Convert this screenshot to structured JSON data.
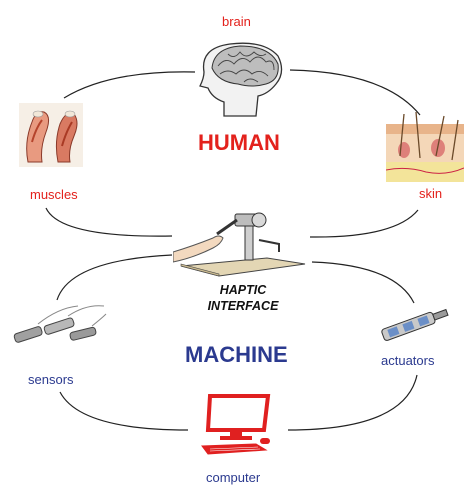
{
  "labels": {
    "brain": "brain",
    "muscles": "muscles",
    "skin": "skin",
    "human": "HUMAN",
    "haptic_line1": "HAPTIC",
    "haptic_line2": "INTERFACE",
    "machine": "MACHINE",
    "sensors": "sensors",
    "actuators": "actuators",
    "computer": "computer"
  },
  "colors": {
    "human_red": "#e3211c",
    "machine_blue": "#2b3a8f",
    "connector_line": "#222222"
  },
  "icons": [
    "brain-head-icon",
    "arm-muscles-icon",
    "skin-cross-section-icon",
    "haptic-device-icon",
    "sensors-icon",
    "actuator-icon",
    "computer-icon"
  ]
}
